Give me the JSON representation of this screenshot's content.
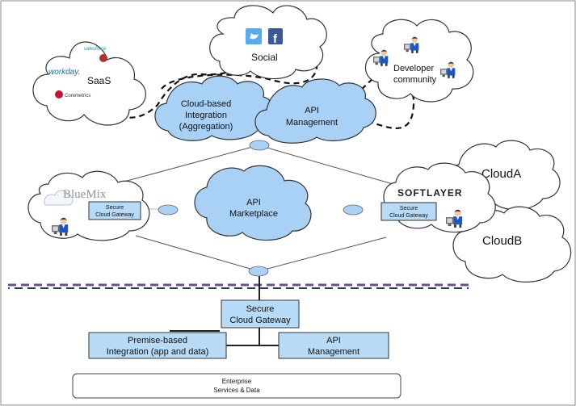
{
  "clouds": {
    "saas": "SaaS",
    "social": "Social",
    "developer_line1": "Developer",
    "developer_line2": "community",
    "integration_line1": "Cloud-based",
    "integration_line2": "Integration",
    "integration_line3": "(Aggregation)",
    "api_mgmt_line1": "API",
    "api_mgmt_line2": "Management",
    "marketplace_line1": "API",
    "marketplace_line2": "Marketplace",
    "bluemix": "BlueMix",
    "softlayer": "SOFTLAYER",
    "cloud_a": "CloudA",
    "cloud_b": "CloudB"
  },
  "logos": {
    "salesforce": "salesforce",
    "workday": "workday.",
    "coremetrics": "Coremetrics"
  },
  "gateways": {
    "cloud_gw_line1": "Secure",
    "cloud_gw_line2": "Cloud Gateway"
  },
  "premise": {
    "secure_gw_line1": "Secure",
    "secure_gw_line2": "Cloud Gateway",
    "integration_line1": "Premise-based",
    "integration_line2": "Integration (app and data)",
    "api_line1": "API",
    "api_line2": "Management",
    "enterprise_line1": "Enterprise",
    "enterprise_line2": "Services & Data"
  },
  "colors": {
    "cloud_blue": "#a9d1f5",
    "box_blue": "#b7dbf7",
    "border": "#333333",
    "divider_purple": "#6b4f8f",
    "divider_navy": "#2b3d6b",
    "softlayer_red": "#d22630",
    "twitter": "#55acee",
    "facebook": "#3b5998"
  },
  "icons": [
    "twitter-icon",
    "facebook-icon",
    "developer-person-icon",
    "salesforce-logo",
    "workday-logo",
    "coremetrics-logo",
    "bluemix-cloud-icon"
  ]
}
